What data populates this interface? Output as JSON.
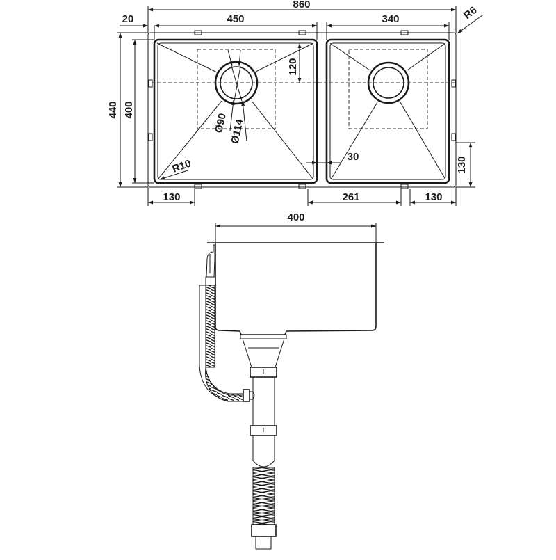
{
  "drawing": {
    "title": "Double bowl undermount sink technical drawing",
    "units": "mm",
    "line_color": "#1a1a1a",
    "top_view": {
      "overall_width": "860",
      "overall_depth": "440",
      "flange_offset": "20",
      "corner_radius_outer": "R6",
      "large_bowl_width": "450",
      "large_bowl_depth": "400",
      "small_bowl_width": "340",
      "drain_offset_from_back": "120",
      "drain_inner_diameter": "Ø90",
      "drain_outer_diameter": "Ø114",
      "bowl_corner_radius": "R10",
      "bowl_divider_gap": "30",
      "clip_offset_left": "130",
      "clip_spacing_mid": "261",
      "clip_offset_right": "130",
      "clip_offset_right_vertical": "130"
    },
    "side_view": {
      "bowl_width": "400",
      "components": [
        "sink-bowl",
        "overflow-hose",
        "strainer-basket",
        "tailpiece-pipe",
        "coupling-nut-upper",
        "coupling-nut-lower",
        "flexible-drain-hose",
        "outlet-connector"
      ]
    }
  }
}
